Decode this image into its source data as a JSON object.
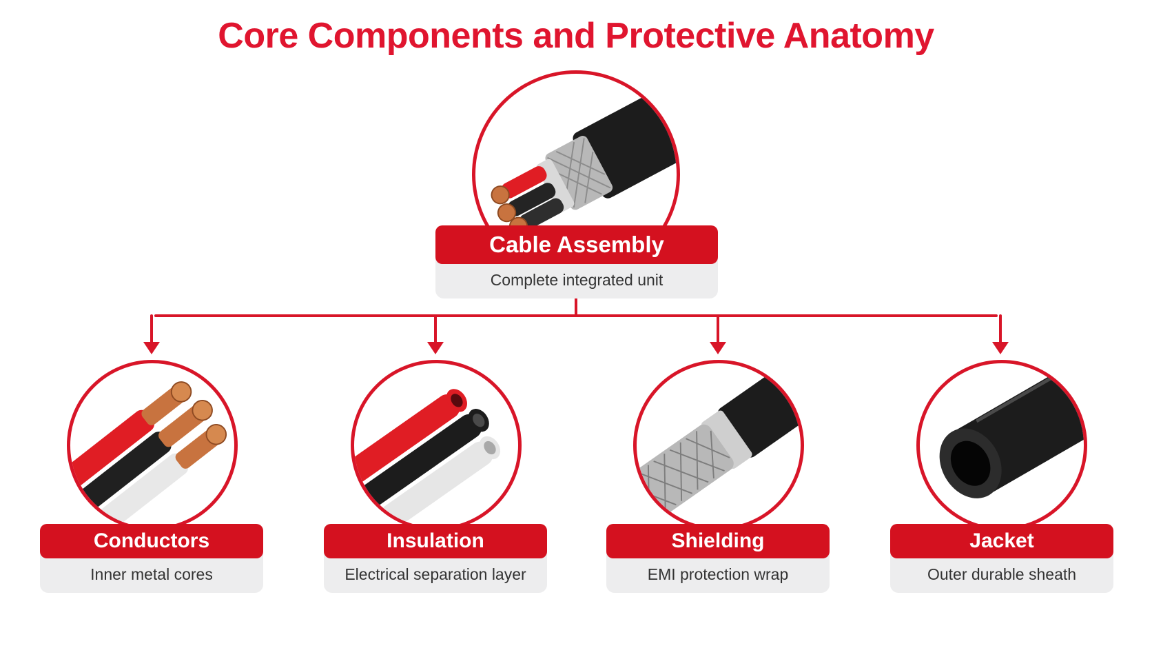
{
  "title": "Core Components and Protective Anatomy",
  "root": {
    "name": "Cable Assembly",
    "description": "Complete integrated unit",
    "icon": "multi-core-shielded-cable-icon"
  },
  "components": [
    {
      "name": "Conductors",
      "description": "Inner metal cores",
      "icon": "copper-conductors-icon"
    },
    {
      "name": "Insulation",
      "description": "Electrical separation layer",
      "icon": "insulation-tubes-icon"
    },
    {
      "name": "Shielding",
      "description": "EMI protection wrap",
      "icon": "braided-shield-icon"
    },
    {
      "name": "Jacket",
      "description": "Outer durable sheath",
      "icon": "outer-jacket-icon"
    }
  ],
  "colors": {
    "title": "#e0152f",
    "accent": "#d4111f",
    "description_bg": "#ededee",
    "connector": "#d81528",
    "copper": "#c8733f",
    "jacket": "#1c1c1c",
    "shield": "#b8b8b8"
  }
}
